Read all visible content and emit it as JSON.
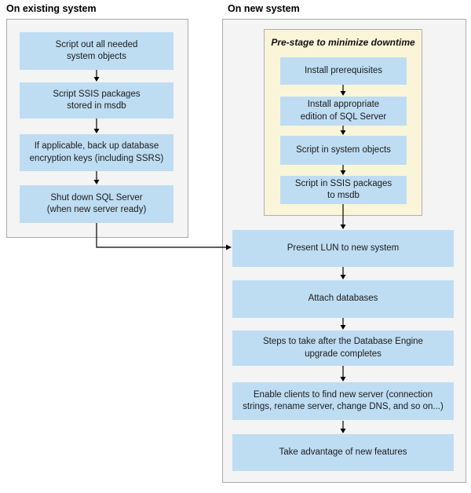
{
  "left_panel": {
    "header": "On existing system",
    "steps": [
      {
        "label": "Script out all needed\nsystem objects"
      },
      {
        "label": "Script SSIS packages\nstored in msdb"
      },
      {
        "label": "If applicable, back up database\nencryption keys (including SSRS)"
      },
      {
        "label": "Shut down SQL Server\n(when new server ready)"
      }
    ]
  },
  "right_panel": {
    "header": "On new system",
    "prestage": {
      "title": "Pre-stage to minimize downtime",
      "steps": [
        {
          "label": "Install prerequisites"
        },
        {
          "label": "Install appropriate\nedition of SQL Server"
        },
        {
          "label": "Script in system objects"
        },
        {
          "label": "Script in SSIS packages\nto msdb"
        }
      ]
    },
    "steps": [
      {
        "label": "Present LUN to new system"
      },
      {
        "label": "Attach databases"
      },
      {
        "label": "Steps to take after the Database Engine\nupgrade completes"
      },
      {
        "label": "Enable clients to find new server (connection\nstrings, rename server, change DNS, and so on...)"
      },
      {
        "label": "Take advantage of new features"
      }
    ]
  },
  "colors": {
    "step_blue": "#beddf3",
    "prestage_yellow": "#faf5d8",
    "panel_gray": "#f4f4f4",
    "panel_border": "#ababab",
    "arrow_black": "#000000"
  }
}
